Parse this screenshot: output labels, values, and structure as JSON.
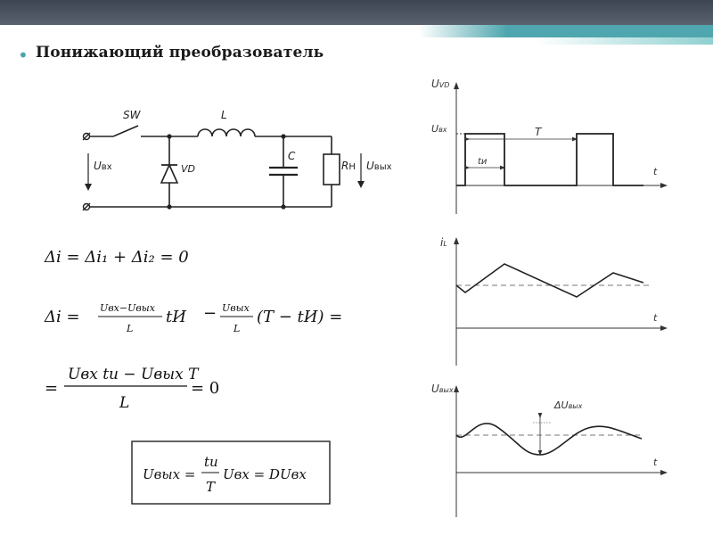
{
  "slide": {
    "title": "Понижающий преобразователь"
  },
  "circuit": {
    "sw": "SW",
    "l": "L",
    "c": "C",
    "vd": "VD",
    "u_in_sym": "U",
    "u_in_sub": "вх",
    "r_sym": "R",
    "r_sub": "Н",
    "u_out_sym": "U",
    "u_out_sub": "вых"
  },
  "formulas": {
    "f1": "Δi = Δi₁ + Δi₂ = 0",
    "f2_lhs": "Δi  =",
    "f2_num1": "Uвх−Uвых",
    "f2_den1": "L",
    "f2_t1": "tИ",
    "f2_minus": "−",
    "f2_num2": "Uвых",
    "f2_den2": "L",
    "f2_tail": "(T − tИ) =",
    "f3_eq": "=",
    "f3_num": "Uвх tи − Uвых T",
    "f3_den": "L",
    "f3_tail": "= 0",
    "f4_lhs": "Uвых =",
    "f4_num": "tи",
    "f4_den": "T",
    "f4_tail": "Uвх = DUвх"
  },
  "graphs": {
    "g1_ylabel": "U",
    "g1_ysub": "VD",
    "g1_level": "U",
    "g1_level_sub": "вх",
    "g1_T": "T",
    "g1_ti": "tи",
    "g1_t": "t",
    "g2_ylabel": "i",
    "g2_ysub": "L",
    "g2_t": "t",
    "g3_ylabel": "U",
    "g3_ysub": "вых",
    "g3_delta": "ΔU",
    "g3_delta_sub": "вых",
    "g3_t": "t"
  }
}
